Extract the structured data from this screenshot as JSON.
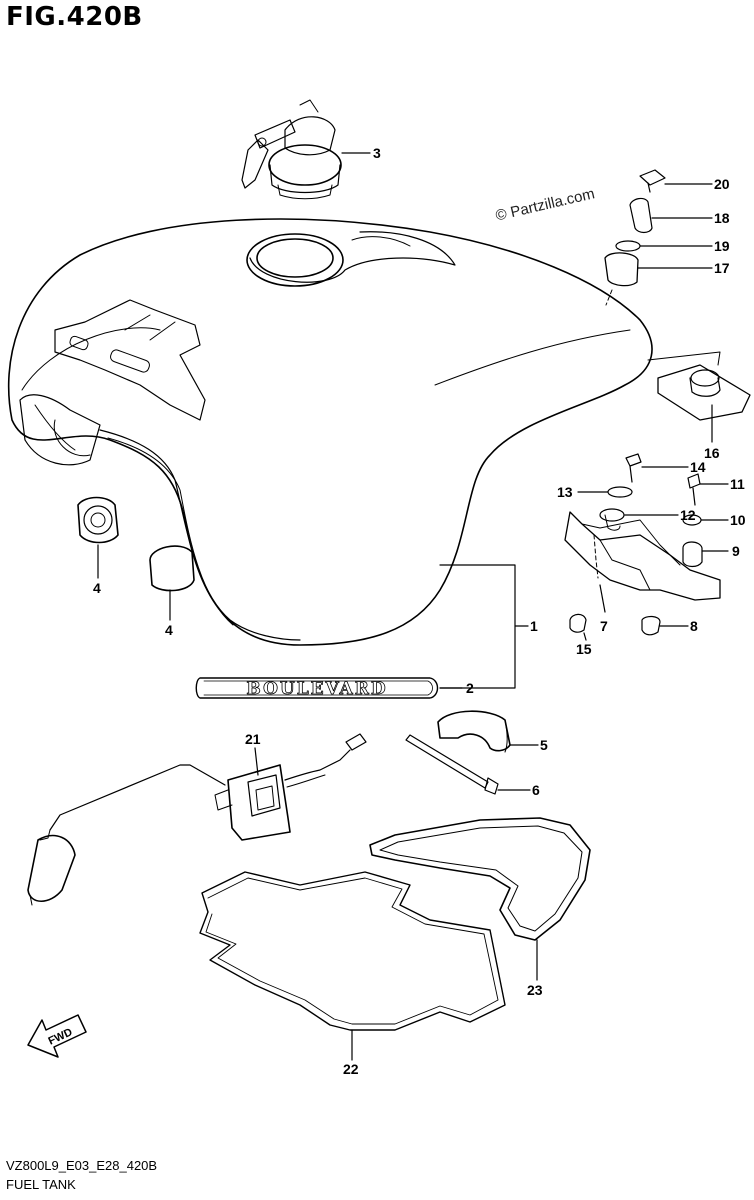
{
  "figure_title": "FIG.420B",
  "watermark": "© Partzilla.com",
  "emblem_text": "BOULEVARD",
  "direction_label": "FWD",
  "footer": {
    "code": "VZ800L9_E03_E28_420B",
    "name": "FUEL TANK"
  },
  "callouts": [
    "1",
    "2",
    "3",
    "4",
    "4",
    "5",
    "6",
    "7",
    "8",
    "9",
    "10",
    "11",
    "12",
    "13",
    "14",
    "15",
    "16",
    "17",
    "18",
    "19",
    "20",
    "21",
    "22",
    "23"
  ],
  "colors": {
    "line": "#000000",
    "background": "#ffffff"
  }
}
